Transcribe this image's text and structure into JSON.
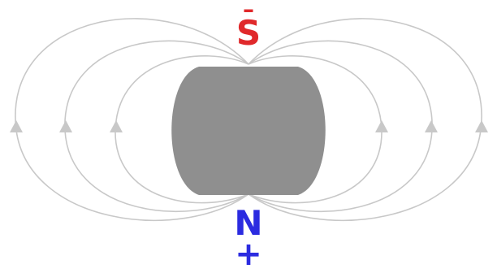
{
  "poles": {
    "south": {
      "sign": "–",
      "letter": "S",
      "color": "#e0292b"
    },
    "north": {
      "letter": "N",
      "sign": "+",
      "color": "#2b2be0"
    }
  },
  "colors": {
    "field_line": "#c8c8c8",
    "magnet": "#8f8f8f"
  },
  "field_lines": {
    "count_per_side": 3,
    "arrow_direction": "up"
  }
}
